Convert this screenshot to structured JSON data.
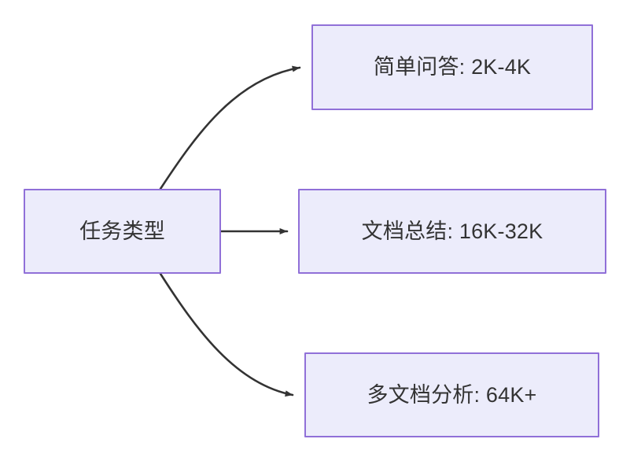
{
  "diagram": {
    "type": "flowchart",
    "direction": "left-to-right",
    "background_color": "#ffffff",
    "node_fill_color": "#ececfb",
    "node_border_color": "#9070d8",
    "node_text_color": "#333333",
    "edge_color": "#333333",
    "nodes": [
      {
        "id": "root",
        "label": "任务类型",
        "role": "source"
      },
      {
        "id": "simple-qa",
        "label": "简单问答: 2K-4K",
        "role": "target"
      },
      {
        "id": "doc-sum",
        "label": "文档总结: 16K-32K",
        "role": "target"
      },
      {
        "id": "multi-doc",
        "label": "多文档分析: 64K+",
        "role": "target"
      }
    ],
    "edges": [
      {
        "id": "edge-root-simple-qa",
        "from": "root",
        "to": "simple-qa",
        "label": "",
        "style": "curved",
        "arrowhead": "solid-triangle"
      },
      {
        "id": "edge-root-doc-sum",
        "from": "root",
        "to": "doc-sum",
        "label": "",
        "style": "straight",
        "arrowhead": "solid-triangle"
      },
      {
        "id": "edge-root-multi-doc",
        "from": "root",
        "to": "multi-doc",
        "label": "",
        "style": "curved",
        "arrowhead": "solid-triangle"
      }
    ]
  }
}
